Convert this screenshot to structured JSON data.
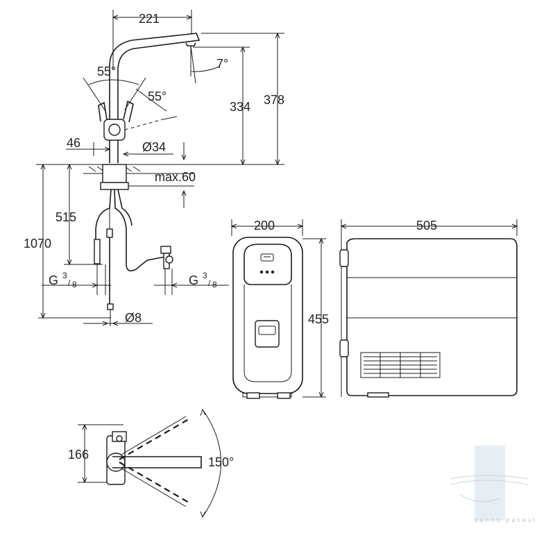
{
  "dimensions": {
    "spout_reach": "221",
    "spout_angle": "7°",
    "spout_swivel_angle_a": "55°",
    "spout_swivel_angle_b": "55°",
    "outlet_height": "334",
    "total_height": "378",
    "body_offset": "46",
    "mount_diameter": "Ø34",
    "max_counter": "max.60",
    "below_counter": "515",
    "hose_length": "1070",
    "connection_left": "G",
    "connection_right": "G",
    "thread_fraction_num": "3",
    "thread_fraction_den": "8",
    "pipe_diameter": "Ø8",
    "chiller_width": "200",
    "chiller_height": "455",
    "chiller_depth": "505",
    "handle_depth": "166",
    "rotation_angle": "150°"
  },
  "icons": {
    "chiller_display": "filter-display-icon",
    "chiller_buttons": "three-dot-icon"
  },
  "watermark": {
    "text": "vannu pasaule"
  },
  "colors": {
    "line": "#1a1a1a",
    "watermark": "#b8c2cc",
    "background": "#ffffff"
  }
}
